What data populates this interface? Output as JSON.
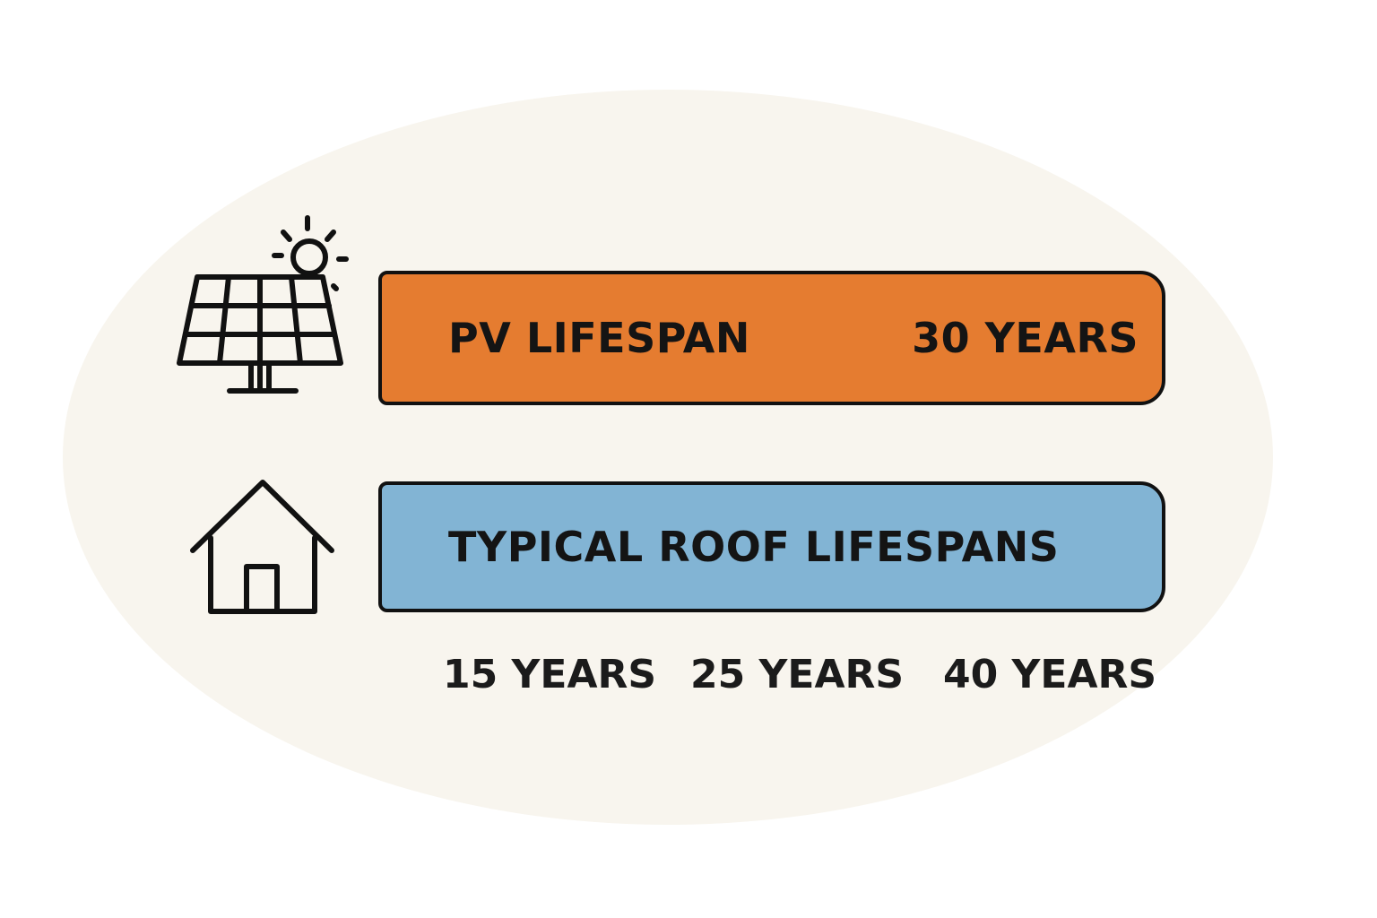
{
  "pv_bar": {
    "label": "PV LIFESPAN",
    "value_label": "30 YEARS",
    "color": "#e57c30"
  },
  "roof_bar": {
    "label": "TYPICAL ROOF LIFESPANS",
    "color": "#82b4d4"
  },
  "roof_lifespans": [
    "15 YEARS",
    "25 YEARS",
    "40 YEARS"
  ],
  "icons": {
    "pv": "solar-panel-with-sun-icon",
    "roof": "house-icon"
  },
  "colors": {
    "backdrop": "#f8f5ee",
    "outline": "#111111"
  }
}
